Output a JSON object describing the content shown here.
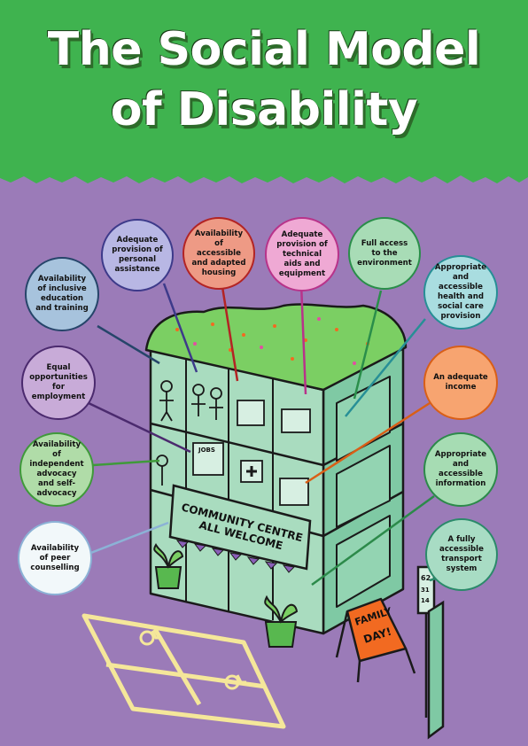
{
  "title": {
    "line1": "The Social Model",
    "line2": "of Disability"
  },
  "bubbles": [
    {
      "label": "Availability of inclusive education and training",
      "color": "#a7c3dd",
      "border": "#26456a"
    },
    {
      "label": "Adequate provision of personal assistance",
      "color": "#b8b7e4",
      "border": "#3d3a8a"
    },
    {
      "label": "Availability of accessible and adapted housing",
      "color": "#ee9a85",
      "border": "#b32424"
    },
    {
      "label": "Adequate provision of technical aids and equipment",
      "color": "#efa9d4",
      "border": "#b8338a"
    },
    {
      "label": "Full access to the environment",
      "color": "#a8dcb6",
      "border": "#2a8e4a"
    },
    {
      "label": "Appropriate and accessible health and social care provision",
      "color": "#a9dde0",
      "border": "#278f96"
    },
    {
      "label": "Equal opportunities for employment",
      "color": "#c8abd8",
      "border": "#4b2a6e"
    },
    {
      "label": "An adequate income",
      "color": "#f7a470",
      "border": "#d95f17"
    },
    {
      "label": "Availability of independent advocacy and self-advocacy",
      "color": "#b0dca8",
      "border": "#3f9a3a"
    },
    {
      "label": "Appropriate and accessible information",
      "color": "#a6dcb3",
      "border": "#2c8a4a"
    },
    {
      "label": "Availability of peer counselling",
      "color": "#f2f8fa",
      "border": "#8cb2d6"
    },
    {
      "label": "A fully accessible transport system",
      "color": "#a8dcc4",
      "border": "#2b8a6a"
    }
  ],
  "signs": {
    "community_line1": "COMMUNITY CENTRE",
    "community_line2": "ALL WELCOME",
    "family_line1": "FAMILY",
    "family_line2": "DAY!",
    "jobs": "JOBS",
    "bus_stop": "62",
    "bus_stop2": "31",
    "bus_stop3": "14"
  },
  "colors": {
    "header_green": "#3fb34f",
    "background_purple": "#9b7bb8",
    "building": "#a9dcbf",
    "roof": "#7bcf63",
    "parking_lines": "#f5e79a",
    "sign_orange": "#f26a21"
  }
}
